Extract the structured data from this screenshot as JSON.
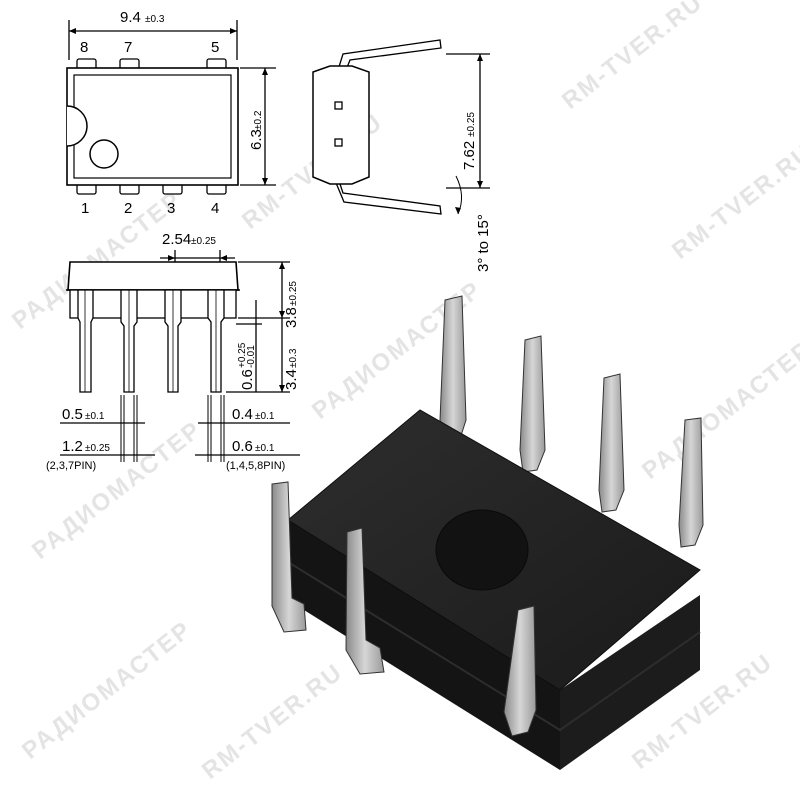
{
  "watermarks": [
    "РАДИОМАСТЕР",
    "RM-TVER.RU",
    "РАДИОМАСТЕР",
    "RM-TVER.RU",
    "РАДИОМАСТЕР",
    "RM-TVER.RU",
    "РАДИОМАСТЕР",
    "RM-TVER.RU"
  ],
  "top_view": {
    "width": {
      "value": "9.4",
      "tol": "±0.3"
    },
    "height": {
      "value": "6.3",
      "tol": "±0.2"
    },
    "pins_top": [
      "8",
      "7",
      "5"
    ],
    "pins_bottom": [
      "1",
      "2",
      "3",
      "4"
    ]
  },
  "side_view": {
    "row_spacing": {
      "value": "7.62",
      "tol": "±0.25"
    },
    "angle": "3° to 15°"
  },
  "front_view": {
    "pitch": {
      "value": "2.54",
      "tol": "±0.25"
    },
    "body_height": {
      "value": "3.8",
      "tol": "±0.25"
    },
    "lead_length": {
      "value": "3.4",
      "tol": "±0.3"
    },
    "standoff": {
      "value": "0.6",
      "tol_plus": "+0.25",
      "tol_minus": "-0.01"
    },
    "lead_narrow": {
      "value": "0.5",
      "tol": "±0.1"
    },
    "lead_thick": {
      "value": "0.4",
      "tol": "±0.1"
    },
    "shoulder_a": {
      "value": "1.2",
      "tol": "±0.25",
      "note": "(2,3,7PIN)"
    },
    "shoulder_b": {
      "value": "0.6",
      "tol": "±0.1",
      "note": "(1,4,5,8PIN)"
    }
  },
  "colors": {
    "line": "#000000",
    "package_body": "#1e1e1e",
    "package_top": "#2a2a2a",
    "lead_metal": "#bdbdbd",
    "watermark": "#e4e4e4"
  }
}
